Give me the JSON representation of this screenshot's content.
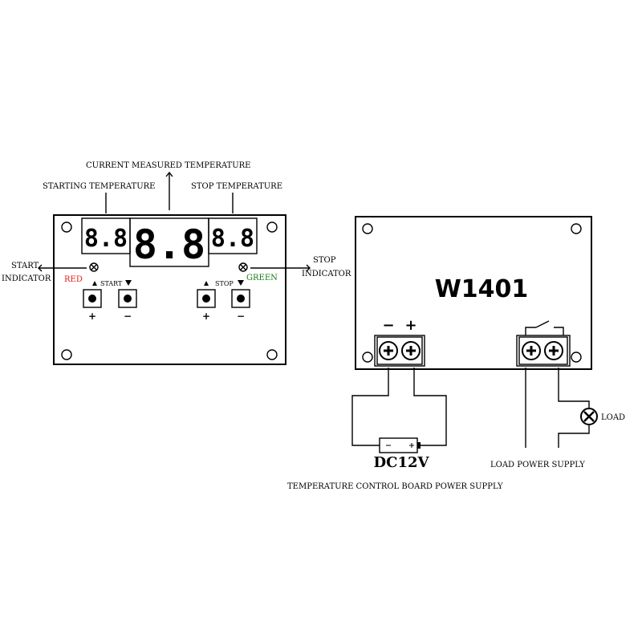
{
  "labels": {
    "current_measured": "CURRENT MEASURED TEMPERATURE",
    "starting_temp": "STARTING TEMPERATURE",
    "stop_temp": "STOP TEMPERATURE",
    "start_indicator_1": "START",
    "start_indicator_2": "INDICATOR",
    "stop_indicator_1": "STOP",
    "stop_indicator_2": "INDICATOR",
    "red": "RED",
    "green": "GREEN",
    "start": "START",
    "stop": "STOP",
    "plus": "+",
    "minus": "−",
    "model": "W1401",
    "dc12v": "DC12V",
    "load": "LOAD",
    "load_power_supply": "LOAD POWER SUPPLY",
    "board_power_supply": "TEMPERATURE CONTROL BOARD POWER SUPPLY"
  },
  "displays": {
    "left": "8.8",
    "center": "8.8",
    "right": "8.8"
  },
  "colors": {
    "red": "#e0201a",
    "green": "#1a7a1a"
  }
}
